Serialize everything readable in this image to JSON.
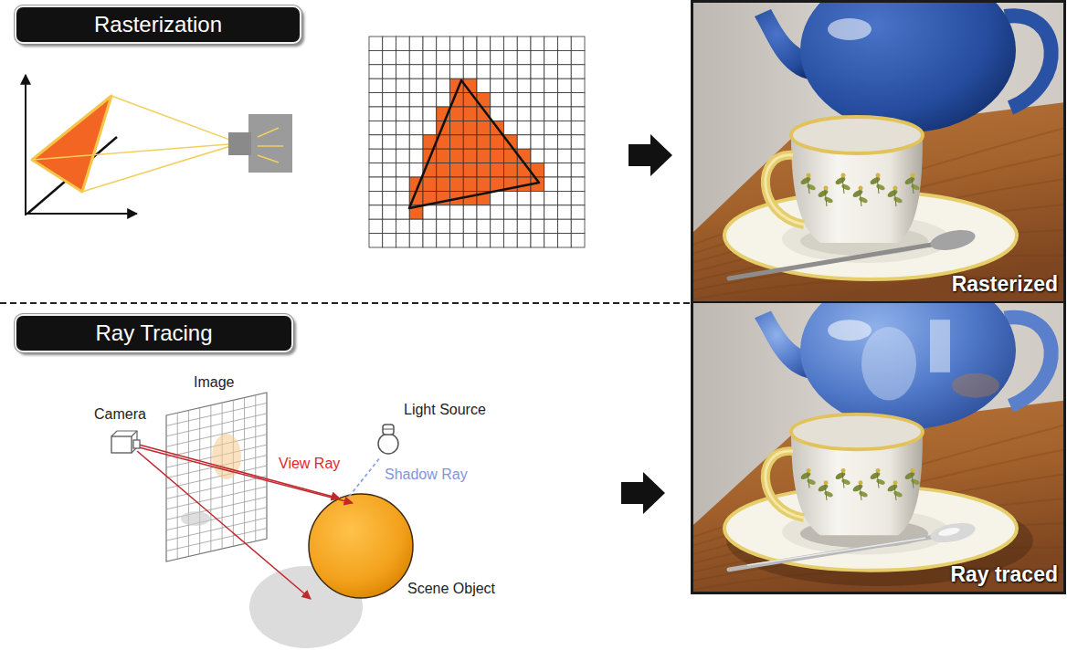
{
  "diagram": {
    "nodes": [
      {
        "text": [
          "Rasterization"
        ]
      },
      {
        "text": [
          "Ray Tracing"
        ]
      },
      {
        "text": [
          "Rasterized"
        ]
      },
      {
        "text": [
          "Ray traced"
        ]
      }
    ],
    "labels": [
      "Image",
      "Camera",
      "Light Source",
      "View Ray",
      "Shadow Ray",
      "Scene Object"
    ]
  }
}
